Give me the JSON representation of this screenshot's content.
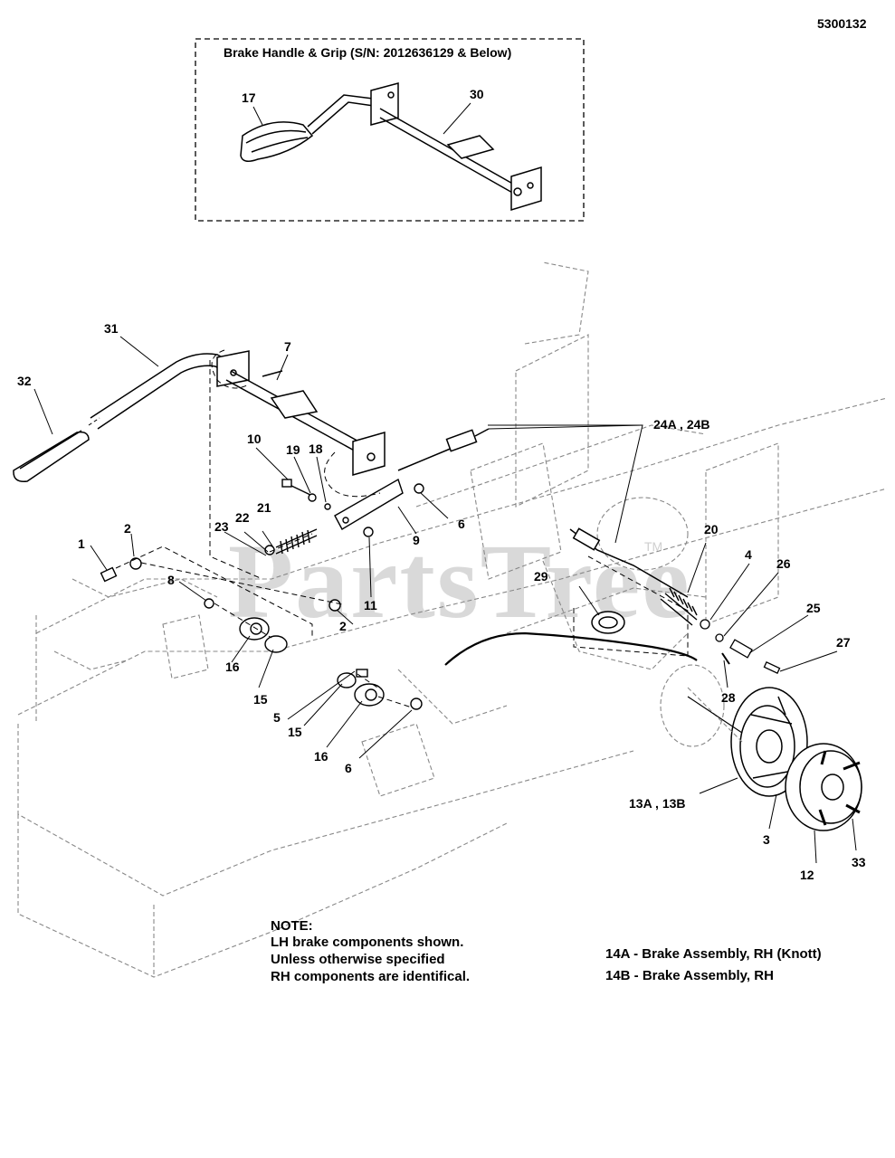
{
  "doc_number": "5300132",
  "inset": {
    "title": "Brake Handle & Grip (S/N: 2012636129 & Below)",
    "callouts": {
      "c17": "17",
      "c30": "30"
    }
  },
  "callouts": {
    "c1": "1",
    "c2a": "2",
    "c2b": "2",
    "c3": "3",
    "c4": "4",
    "c5": "5",
    "c6a": "6",
    "c6b": "6",
    "c7": "7",
    "c8": "8",
    "c9": "9",
    "c10": "10",
    "c11": "11",
    "c12": "12",
    "c13": "13A , 13B",
    "c15a": "15",
    "c15b": "15",
    "c16a": "16",
    "c16b": "16",
    "c18": "18",
    "c19": "19",
    "c20": "20",
    "c21": "21",
    "c22": "22",
    "c23": "23",
    "c24": "24A , 24B",
    "c25": "25",
    "c26": "26",
    "c27": "27",
    "c28": "28",
    "c29": "29",
    "c31": "31",
    "c32": "32",
    "c33": "33"
  },
  "note": {
    "heading": "NOTE:",
    "line1": "LH brake components shown.",
    "line2": "Unless otherwise specified",
    "line3": "RH components are identifical."
  },
  "legend": {
    "line1": "14A - Brake Assembly, RH (Knott)",
    "line2": "14B - Brake Assembly, RH"
  },
  "watermark": {
    "text": "PartsTree",
    "tm": "TM"
  }
}
